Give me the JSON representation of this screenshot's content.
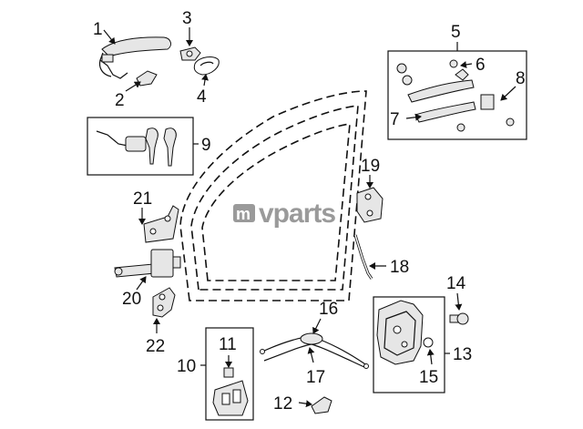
{
  "watermark": {
    "brand": "vparts",
    "logo_mark": "m"
  },
  "callouts": {
    "c1": "1",
    "c2": "2",
    "c3": "3",
    "c4": "4",
    "c5": "5",
    "c6": "6",
    "c7": "7",
    "c8": "8",
    "c9": "9",
    "c10": "10",
    "c11": "11",
    "c12": "12",
    "c13": "13",
    "c14": "14",
    "c15": "15",
    "c16": "16",
    "c17": "17",
    "c18": "18",
    "c19": "19",
    "c20": "20",
    "c21": "21",
    "c22": "22"
  }
}
